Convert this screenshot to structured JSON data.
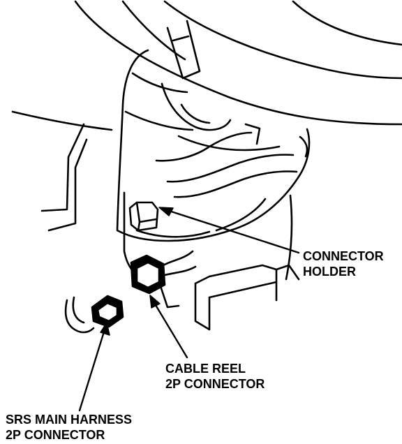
{
  "labels": {
    "connector_holder": [
      "CONNECTOR",
      "HOLDER"
    ],
    "cable_reel_connector": [
      "CABLE REEL",
      "2P CONNECTOR"
    ],
    "srs_main_harness_connector": [
      "SRS MAIN HARNESS",
      "2P CONNECTOR"
    ]
  },
  "colors": {
    "ink": "#000000",
    "paper": "#ffffff"
  }
}
